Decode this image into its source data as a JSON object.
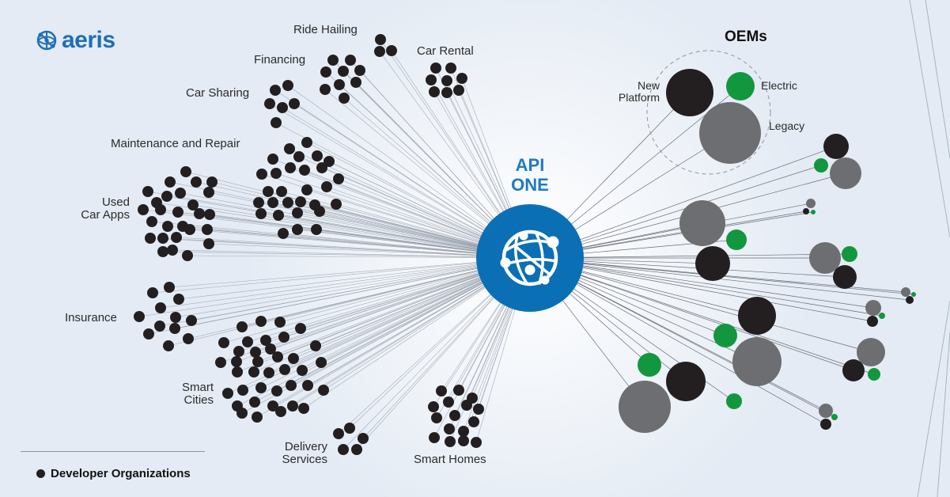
{
  "brand": {
    "name": "aeris",
    "color": "#1f6fb6"
  },
  "api": {
    "line1": "API",
    "line2": "ONE",
    "color": "#1f7ac2",
    "hub_color": "#0b6fb6"
  },
  "oems": {
    "title": "OEMs",
    "new_platform_line1": "New",
    "new_platform_line2": "Platform",
    "electric": "Electric",
    "legacy": "Legacy"
  },
  "categories": {
    "ride_hailing": "Ride Hailing",
    "financing": "Financing",
    "car_rental": "Car Rental",
    "car_sharing": "Car Sharing",
    "maintenance": "Maintenance and Repair",
    "used_line1": "Used",
    "used_line2": "Car Apps",
    "insurance": "Insurance",
    "smart_cities_line1": "Smart",
    "smart_cities_line2": "Cities",
    "delivery_line1": "Delivery",
    "delivery_line2": "Services",
    "smart_homes": "Smart Homes"
  },
  "legend": {
    "label": "Developer Organizations"
  },
  "colors": {
    "developer": "#231f20",
    "new_platform": "#231f20",
    "electric": "#12973f",
    "legacy": "#6d6e71",
    "line": "#8c95a3",
    "background": "#e4ebf4"
  }
}
